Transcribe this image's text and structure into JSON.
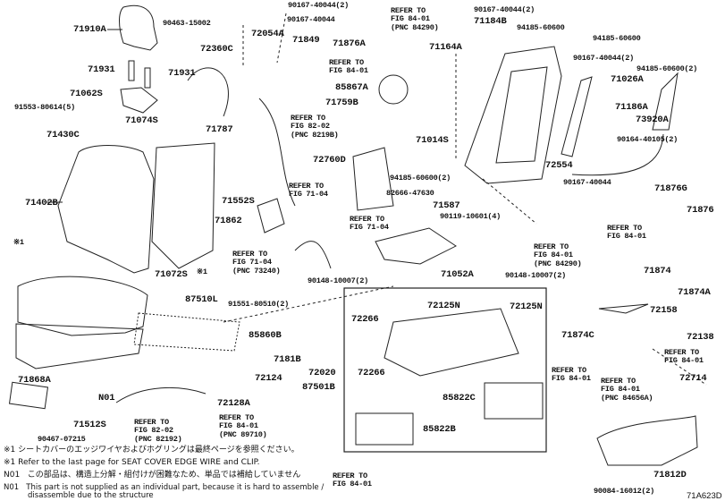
{
  "diagram_code": "71A623D",
  "labels": [
    "71910A",
    "90463-15002",
    "90167-40044(2)",
    "90167-40044",
    "72054A",
    "72360C",
    "71849",
    "71876A",
    "REFER TO\nFIG 84-01",
    "85867A",
    "71759B",
    "71931",
    "71931",
    "71062S",
    "91553-80614(5)",
    "71074S",
    "71430C",
    "71787",
    "REFER TO\nFIG 82-02\n(PNC 8219B)",
    "72760D",
    "REFER TO\nFIG 84-01\n(PNC 84290)",
    "90167-40044(2)",
    "71184B",
    "94185-60600",
    "71164A",
    "94185-60600",
    "90167-40044(2)",
    "94185-60600(2)",
    "71026A",
    "71186A",
    "73920A",
    "71014S",
    "90164-40105(2)",
    "72554",
    "71402B",
    "71552S",
    "71862",
    "REFER TO\nFIG 71-04",
    "※1",
    "※1",
    "71072S",
    "REFER TO\nFIG 71-04\n(PNC 73240)",
    "90148-10007(2)",
    "87510L",
    "91551-80510(2)",
    "94185-60600(2)",
    "90167-40044",
    "82666-47630",
    "71587",
    "REFER TO\nFIG 71-04",
    "90119-10601(4)",
    "71876G",
    "71876",
    "REFER TO\nFIG 84-01",
    "REFER TO\nFIG 84-01\n(PNC 84290)",
    "71052A",
    "90148-10007(2)",
    "71874",
    "71874A",
    "72125N",
    "72125N",
    "72266",
    "72158",
    "85860B",
    "7181B",
    "72020",
    "72124",
    "87501B",
    "71868A",
    "72128A",
    "N01",
    "71512S",
    "REFER TO\nFIG 82-02\n(PNC 82192)",
    "REFER TO\nFIG 84-01\n(PNC 89710)",
    "90467-07215",
    "REFER TO\nFIG 84-01",
    "72266",
    "85822C",
    "85822B",
    "71874C",
    "72138",
    "REFER TO\nFIG 84-01",
    "72714",
    "REFER TO\nFIG 84-01",
    "REFER TO\nFIG 84-01\n(PNC 84656A)",
    "71812D",
    "90084-16012(2)"
  ],
  "notes": [
    "※1 シートカバーのエッジワイヤおよびホグリングは最終ページを参照ください。",
    "※1 Refer to the last page for SEAT COVER EDGE WIRE and CLIP.",
    "N01   この部品は、構造上分解・組付けが困難なため、単品では補給していません",
    "N01   This part is not supplied as an individual part, because it is hard to assemble /\n          disassemble due to the structure"
  ]
}
